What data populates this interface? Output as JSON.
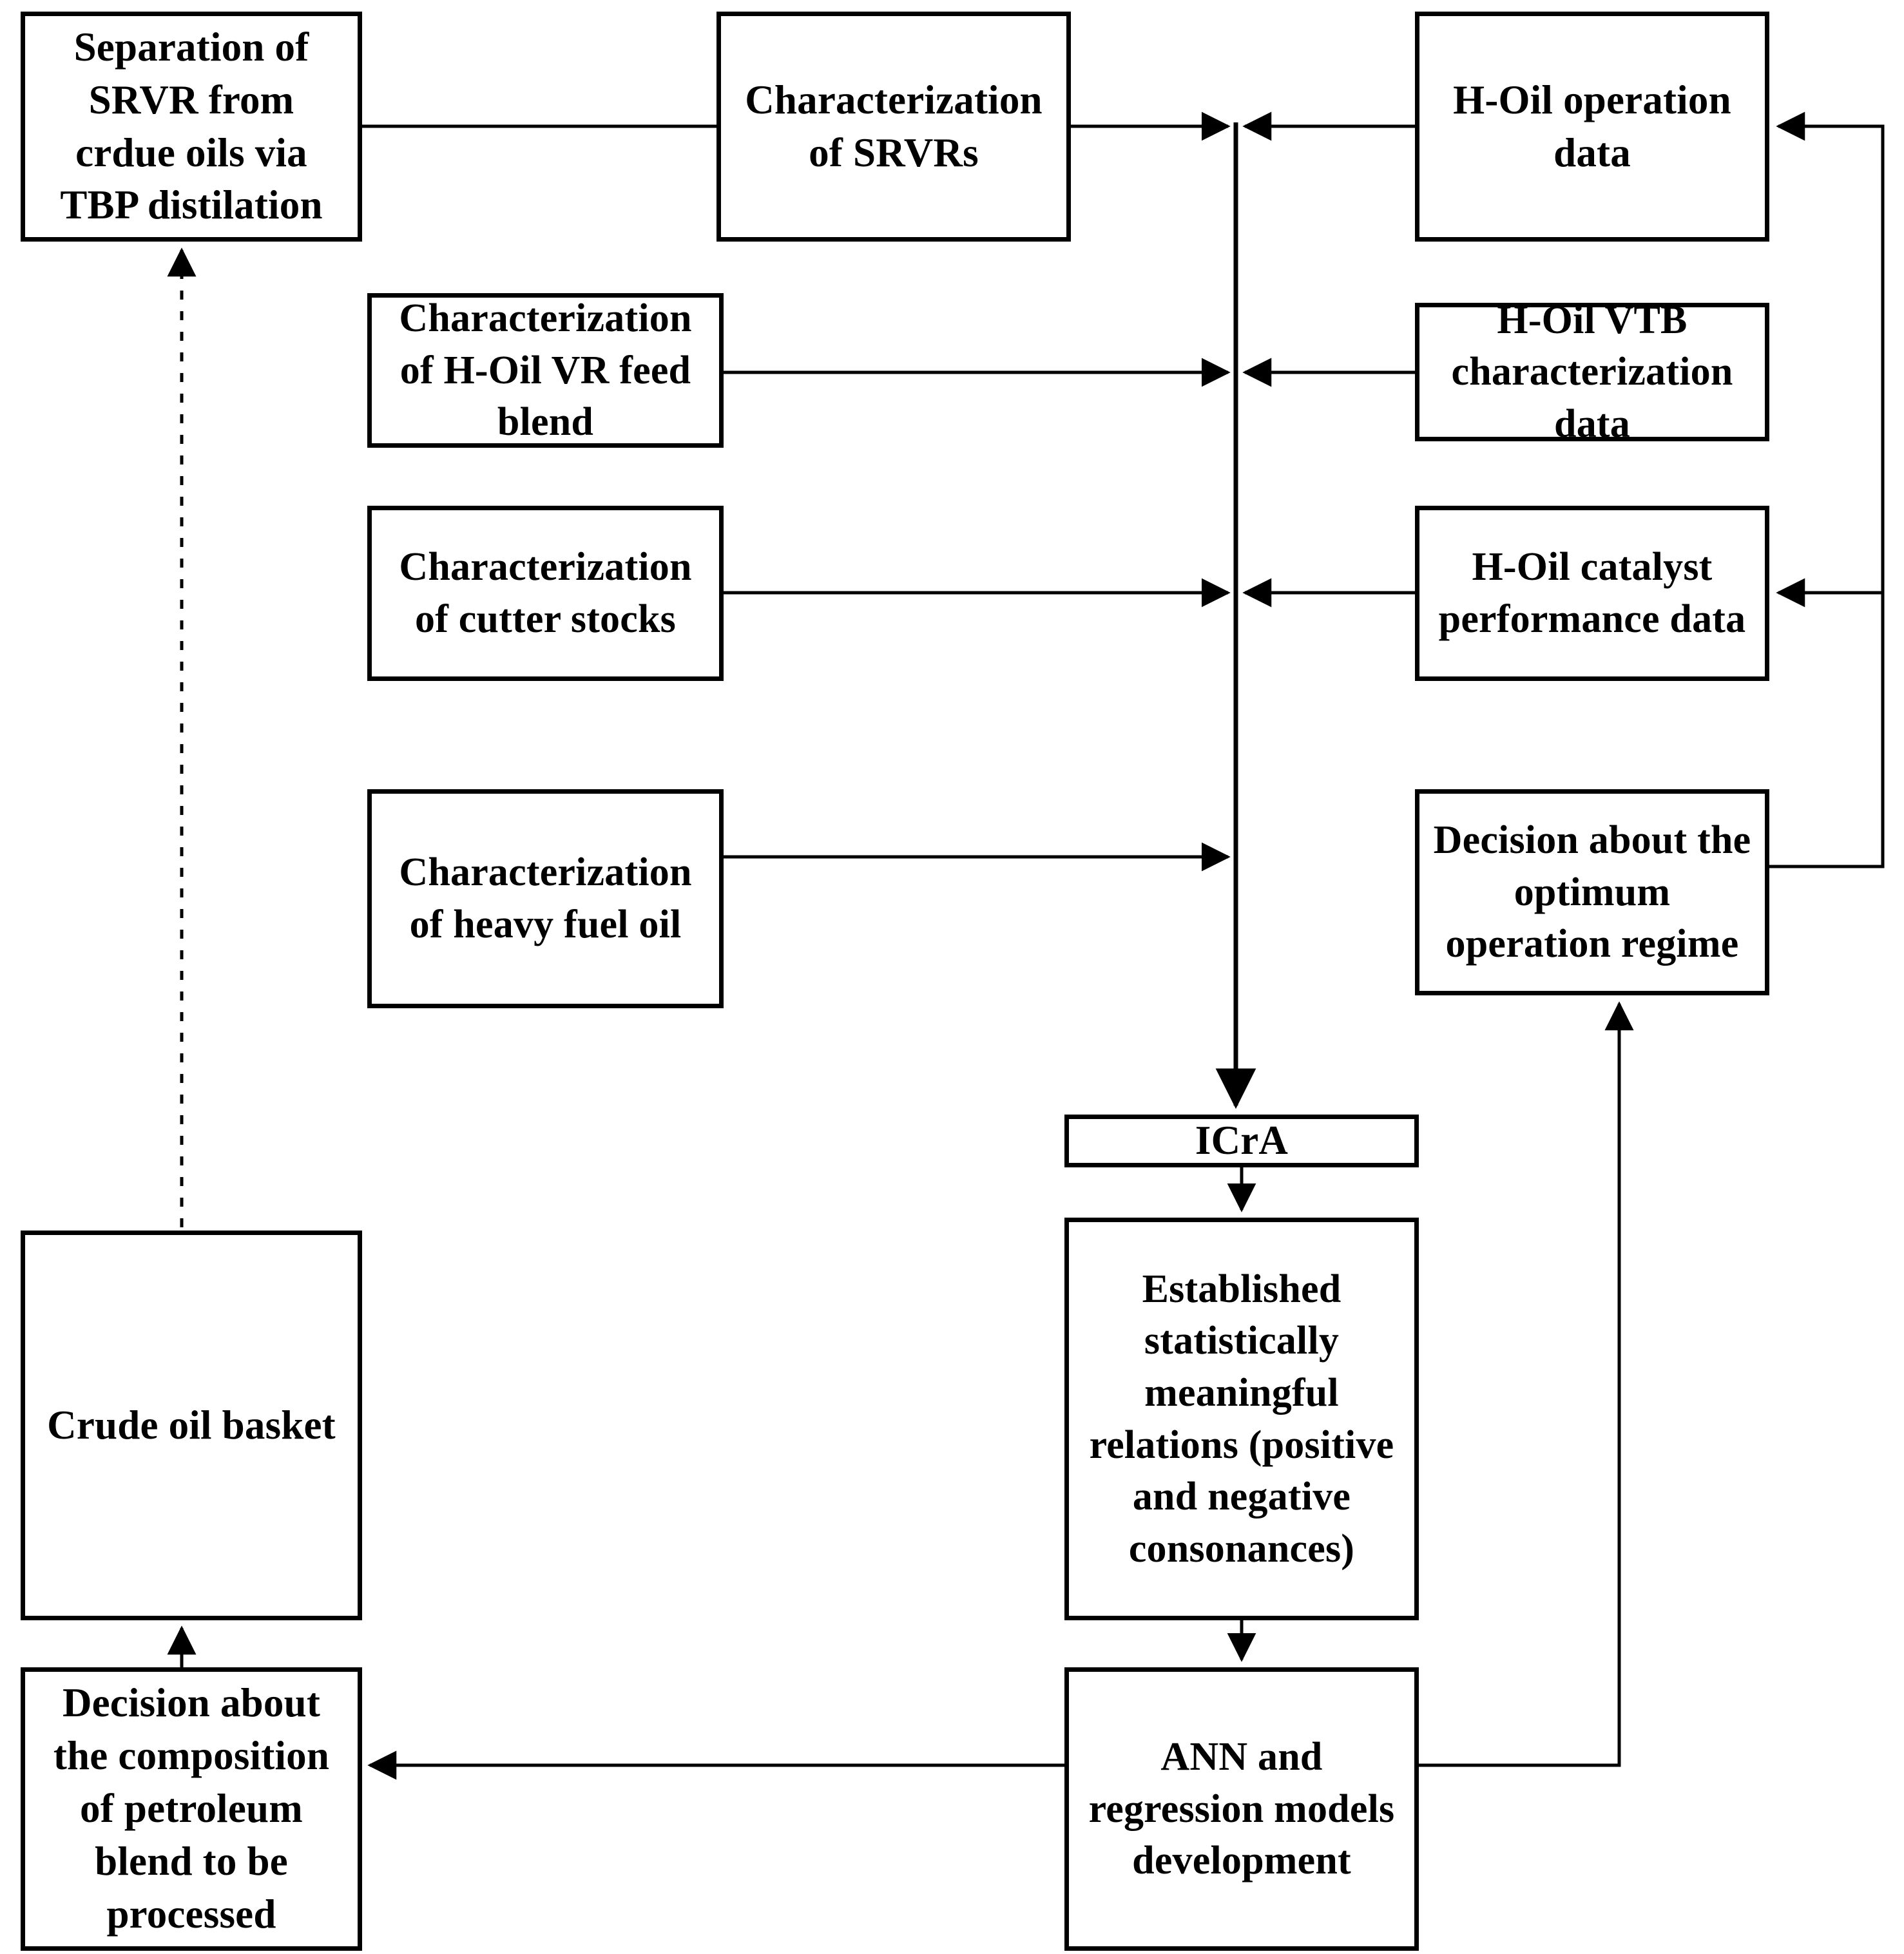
{
  "diagram": {
    "title": "H-Oil vacuum residue processing decision flowchart",
    "stroke_color": "#000000",
    "background_color": "#ffffff",
    "nodes": {
      "separation": "Separation of SRVR from crdue oils via TBP distilation",
      "srvr_characterization": "Characterization of SRVRs",
      "hoil_operation_data": "H-Oil operation data",
      "vr_feed_blend": "Characterization of    H-Oil VR feed blend",
      "hoil_vtb_data": "H-Oil VTB characterization data",
      "cutter_stocks": "Characterization of cutter stocks",
      "catalyst_performance": "H-Oil  catalyst performance data",
      "heavy_fuel_oil": "Characterization of heavy fuel oil",
      "decision_optimum": "Decision about the optimum operation regime",
      "icra": "ICrA",
      "established_relations": "Established statistically meaningful relations (positive and negative consonances)",
      "ann_models": "ANN and regression models development",
      "crude_oil_basket": "Crude oil basket",
      "decision_composition": "Decision about the composition of petroleum blend to be processed"
    },
    "edges": [
      {
        "from": "separation",
        "to": "srvr_characterization",
        "style": "solid",
        "arrow": false
      },
      {
        "from": "srvr_characterization",
        "to": "trunk",
        "style": "solid",
        "arrow": true
      },
      {
        "from": "hoil_operation_data",
        "to": "trunk",
        "style": "solid",
        "arrow": true
      },
      {
        "from": "vr_feed_blend",
        "to": "trunk",
        "style": "solid",
        "arrow": true
      },
      {
        "from": "hoil_vtb_data",
        "to": "trunk",
        "style": "solid",
        "arrow": true
      },
      {
        "from": "cutter_stocks",
        "to": "trunk",
        "style": "solid",
        "arrow": true
      },
      {
        "from": "catalyst_performance",
        "to": "trunk",
        "style": "solid",
        "arrow": true
      },
      {
        "from": "heavy_fuel_oil",
        "to": "trunk",
        "style": "solid",
        "arrow": true
      },
      {
        "from": "trunk",
        "to": "icra",
        "style": "solid",
        "arrow": true
      },
      {
        "from": "icra",
        "to": "established_relations",
        "style": "solid",
        "arrow": true
      },
      {
        "from": "established_relations",
        "to": "ann_models",
        "style": "solid",
        "arrow": true
      },
      {
        "from": "ann_models",
        "to": "decision_composition",
        "style": "solid",
        "arrow": true
      },
      {
        "from": "ann_models",
        "to": "decision_optimum",
        "style": "solid",
        "arrow": true
      },
      {
        "from": "decision_composition",
        "to": "crude_oil_basket",
        "style": "solid",
        "arrow": true
      },
      {
        "from": "crude_oil_basket",
        "to": "separation",
        "style": "dashed",
        "arrow": true
      },
      {
        "from": "decision_optimum",
        "to": "hoil_operation_data",
        "style": "solid",
        "arrow": true
      },
      {
        "from": "decision_optimum",
        "to": "catalyst_performance",
        "style": "solid",
        "arrow": true
      }
    ]
  }
}
